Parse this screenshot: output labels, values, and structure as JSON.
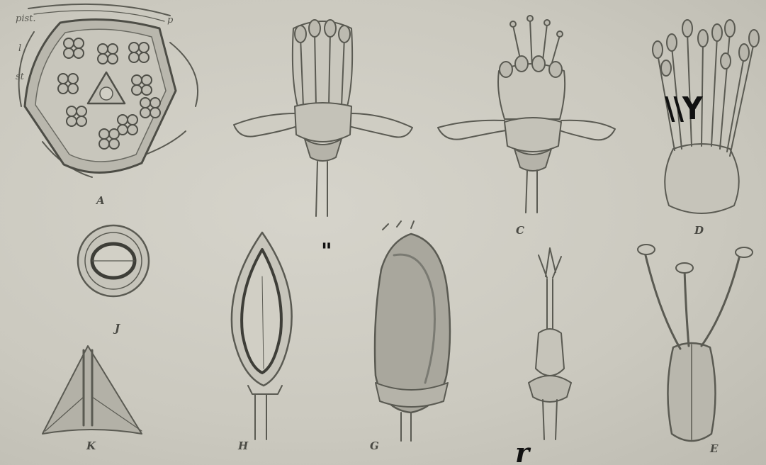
{
  "figure_labels": {
    "A": "A",
    "B": "\"",
    "C": "C",
    "D": "D",
    "E": "E",
    "F": "r",
    "G": "G",
    "H": "H",
    "J": "J",
    "K": "K"
  },
  "annotations": {
    "pist": "pist.",
    "p": "p",
    "l": "l",
    "st": "st"
  },
  "overlay_marks": {
    "near_D": "\\\\Y",
    "near_B": "\"",
    "near_F": "r"
  },
  "colors": {
    "paper": "#cfcdc4",
    "ink": "#4a4a44",
    "overlay": "#111111"
  }
}
